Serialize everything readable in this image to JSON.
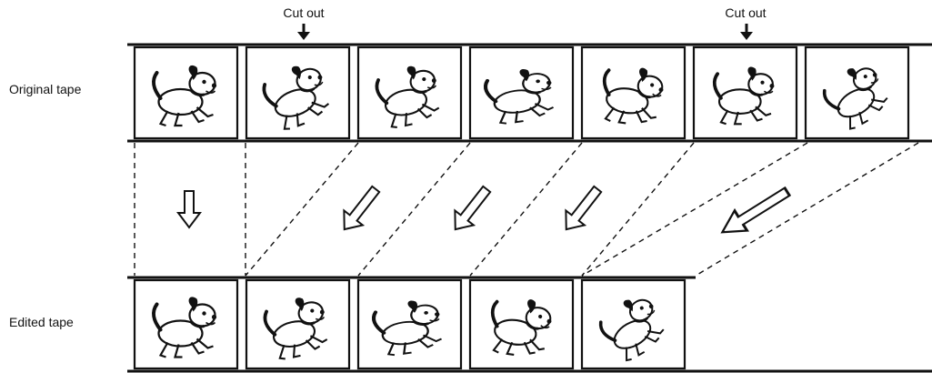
{
  "labels": {
    "original_tape": "Original tape",
    "edited_tape": "Edited tape",
    "cut_out": [
      "Cut out",
      "Cut out"
    ]
  },
  "original_frames": [
    {
      "pose": "running"
    },
    {
      "pose": "sitting-up"
    },
    {
      "pose": "jumping"
    },
    {
      "pose": "leaping"
    },
    {
      "pose": "landing"
    },
    {
      "pose": "standing"
    },
    {
      "pose": "sitting"
    }
  ],
  "edited_frames": [
    {
      "pose": "running",
      "from_frame": 1
    },
    {
      "pose": "jumping",
      "from_frame": 3
    },
    {
      "pose": "leaping",
      "from_frame": 4
    },
    {
      "pose": "landing",
      "from_frame": 5
    },
    {
      "pose": "sitting",
      "from_frame": 7
    }
  ],
  "cut_out_frames": [
    2,
    6
  ],
  "colors": {
    "line": "#111111",
    "background": "#ffffff"
  }
}
